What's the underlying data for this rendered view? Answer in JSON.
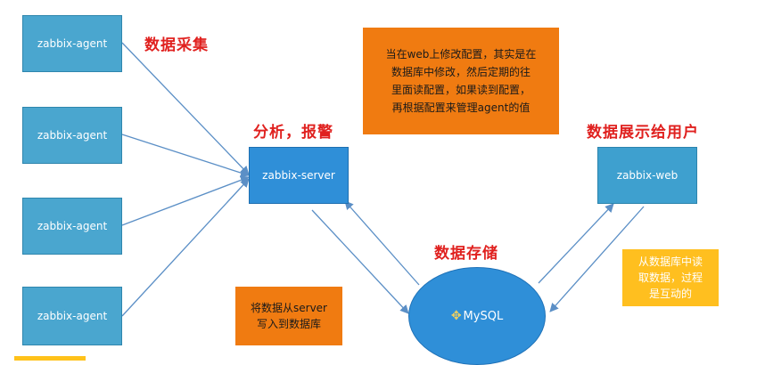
{
  "agents": [
    {
      "label": "zabbix-agent"
    },
    {
      "label": "zabbix-agent"
    },
    {
      "label": "zabbix-agent"
    },
    {
      "label": "zabbix-agent"
    }
  ],
  "server": {
    "label": "zabbix-server"
  },
  "web": {
    "label": "zabbix-web"
  },
  "mysql": {
    "label": "MySQL"
  },
  "headings": {
    "collect": "数据采集",
    "analyze": "分析，报警",
    "store": "数据存储",
    "display": "数据展示给用户"
  },
  "notes": {
    "config": [
      "当在web上修改配置，其实是在",
      "数据库中修改，然后定期的往",
      "里面读配置，如果读到配置，",
      "再根据配置来管理agent的值"
    ],
    "write": [
      "将数据从server",
      "写入到数据库"
    ],
    "read": [
      "从数据库中读",
      "取数据，过程",
      "是互动的"
    ]
  },
  "colors": {
    "agent": "#4aa6cf",
    "server": "#2f8fd8",
    "heading": "#e0211f",
    "orange_note": "#f07b11",
    "yellow_note": "#ffbf1f",
    "line": "#5b8fc6"
  }
}
